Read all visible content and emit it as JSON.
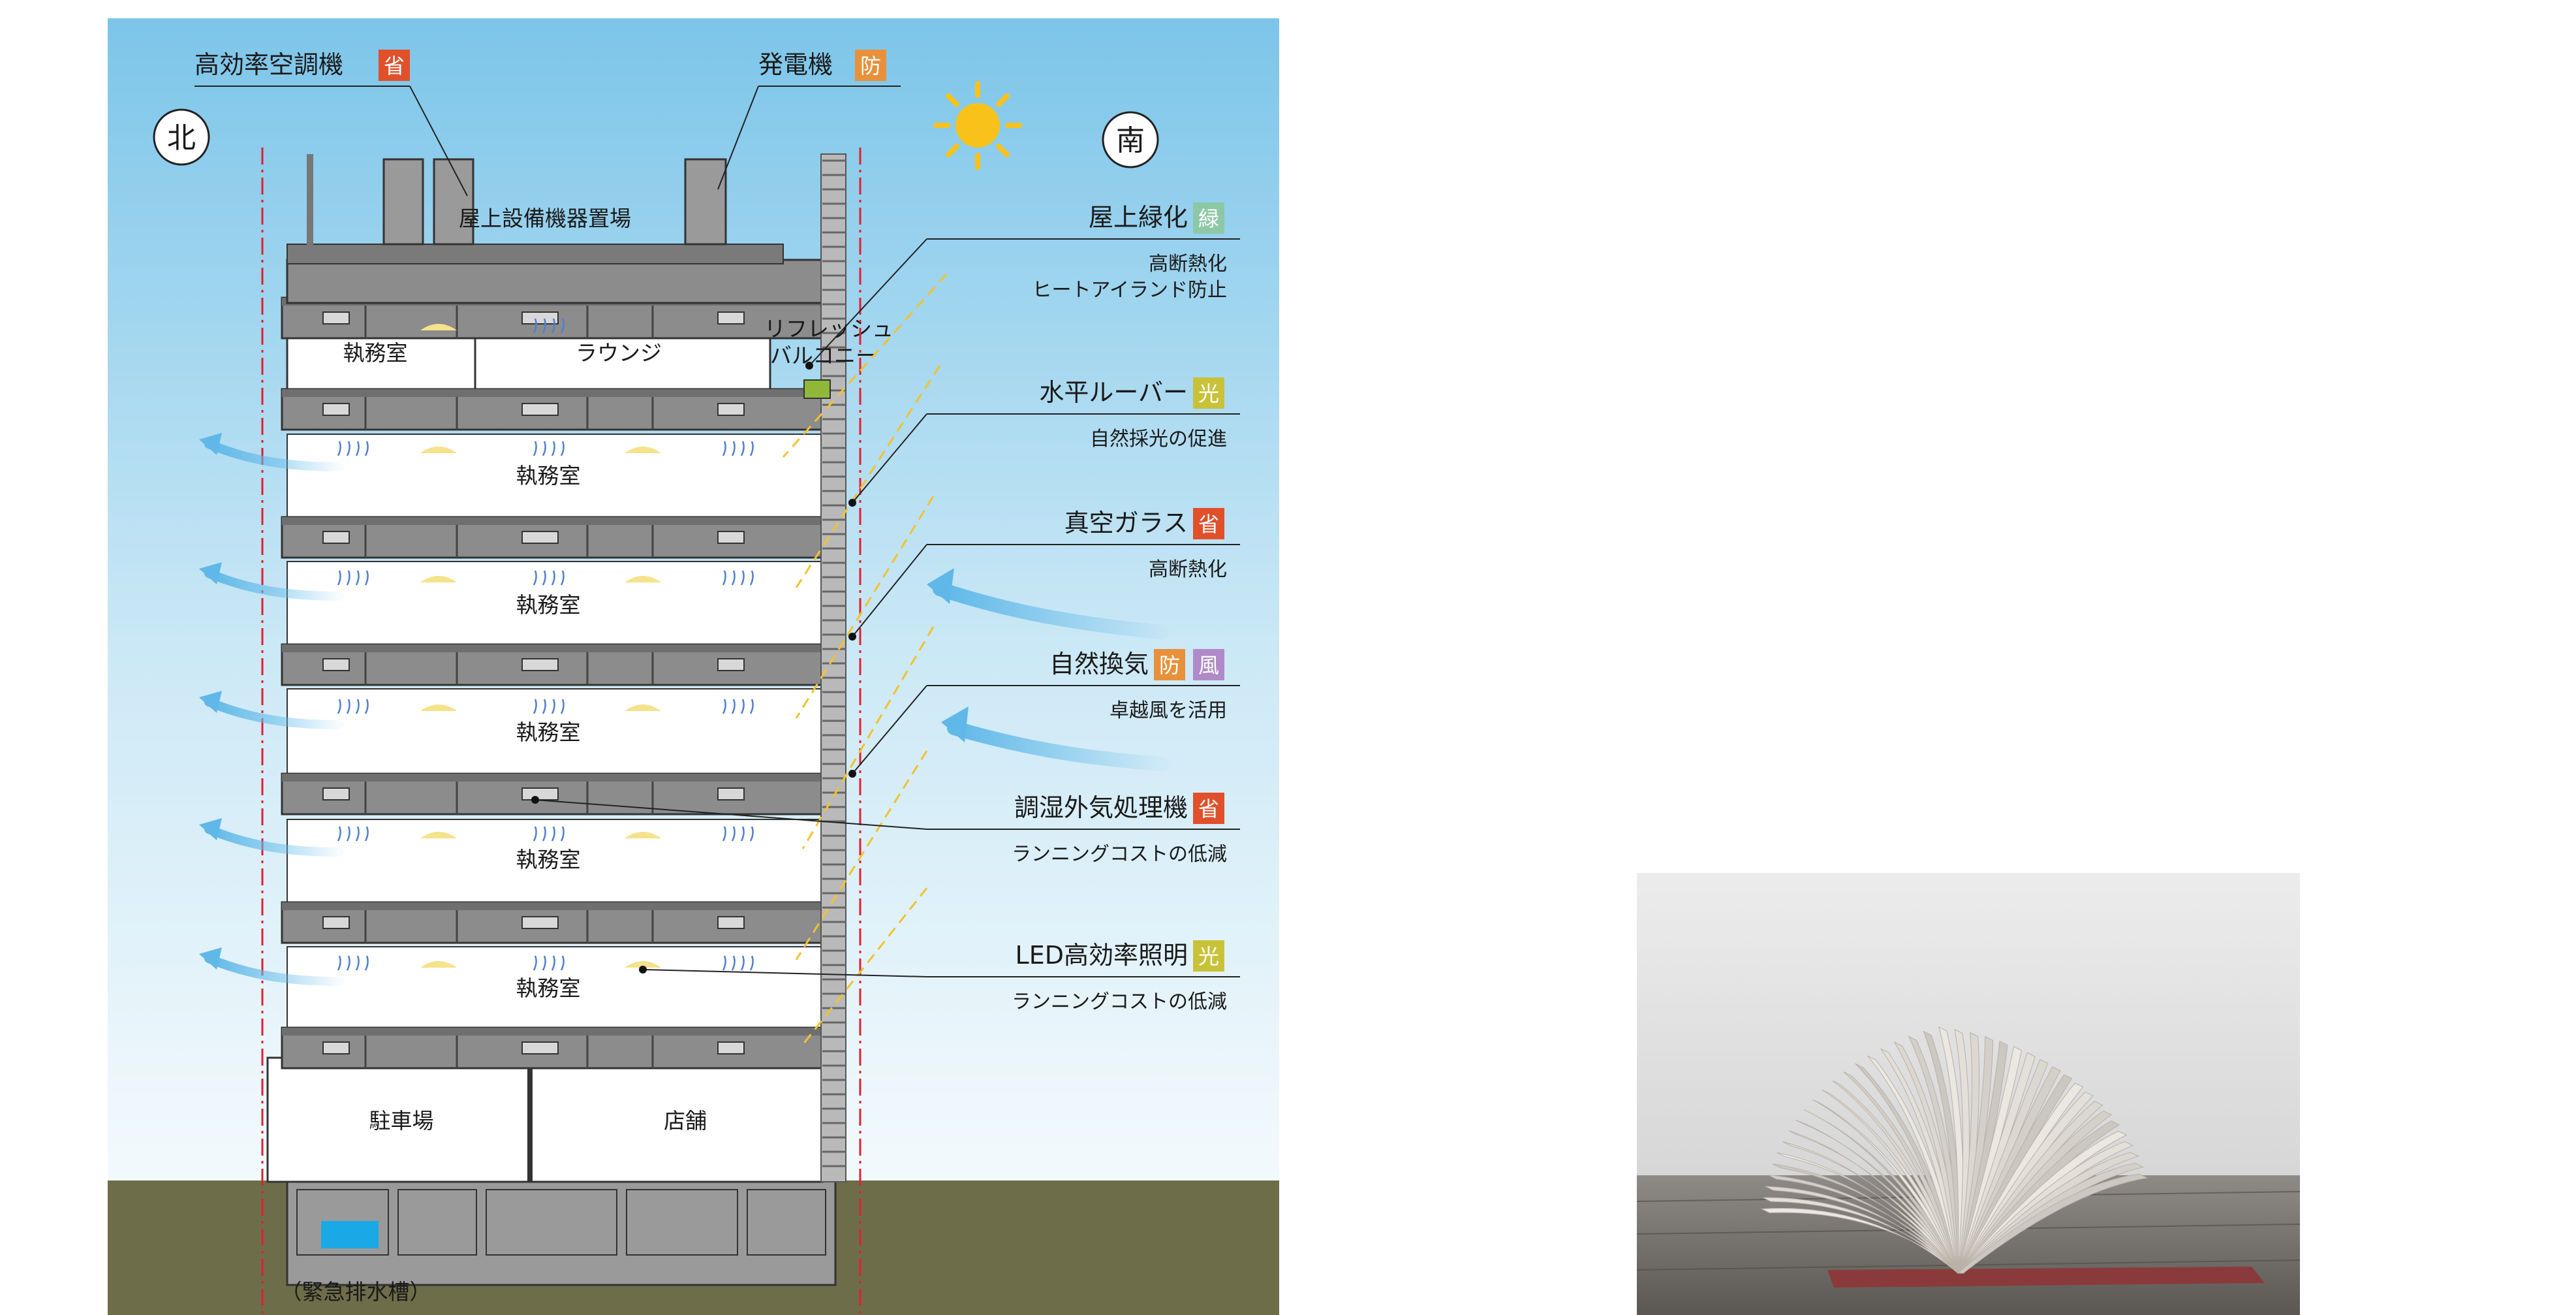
{
  "colors": {
    "sky_top": "#7cc5e9",
    "ground": "#6e6d4a",
    "slab": "#8c8c8c",
    "red_line": "#e02030",
    "badge_sho": "#e0502a",
    "badge_bou": "#e8913a",
    "badge_ryoku": "#8cc8a6",
    "badge_hikari": "#c8c23a",
    "badge_fuu": "#b08ac8",
    "sun": "#f8c21a",
    "wind_arrow": "#5fb8e8",
    "light_cone": "#f5e28a"
  },
  "orientation": {
    "north": "北",
    "south": "南"
  },
  "top_labels": {
    "hvac": {
      "text": "高効率空調機",
      "badge": "省"
    },
    "generator": {
      "text": "発電機",
      "badge": "防"
    }
  },
  "rooms": {
    "roof": "屋上設備機器置場",
    "top_office": "執務室",
    "lounge": "ラウンジ",
    "balcony_1": "リフレッシュ",
    "balcony_2": "バルコニー",
    "office": "執務室",
    "parking": "駐車場",
    "shop": "店舗",
    "drain_tank": "（緊急排水槽）"
  },
  "features": [
    {
      "title": "屋上緑化",
      "badges": [
        {
          "text": "緑",
          "kind": "ryoku"
        }
      ],
      "notes": [
        "高断熱化",
        "ヒートアイランド防止"
      ]
    },
    {
      "title": "水平ルーバー",
      "badges": [
        {
          "text": "光",
          "kind": "hikari"
        }
      ],
      "notes": [
        "自然採光の促進"
      ]
    },
    {
      "title": "真空ガラス",
      "badges": [
        {
          "text": "省",
          "kind": "sho"
        }
      ],
      "notes": [
        "高断熱化"
      ]
    },
    {
      "title": "自然換気",
      "badges": [
        {
          "text": "防",
          "kind": "bou"
        },
        {
          "text": "風",
          "kind": "fuu"
        }
      ],
      "notes": [
        "卓越風を活用"
      ]
    },
    {
      "title": "調湿外気処理機",
      "badges": [
        {
          "text": "省",
          "kind": "sho"
        }
      ],
      "notes": [
        "ランニングコストの低減"
      ]
    },
    {
      "title": "LED高効率照明",
      "badges": [
        {
          "text": "光",
          "kind": "hikari"
        }
      ],
      "notes": [
        "ランニングコストの低減"
      ]
    }
  ],
  "photo": {
    "icon": "open-book-photo"
  }
}
